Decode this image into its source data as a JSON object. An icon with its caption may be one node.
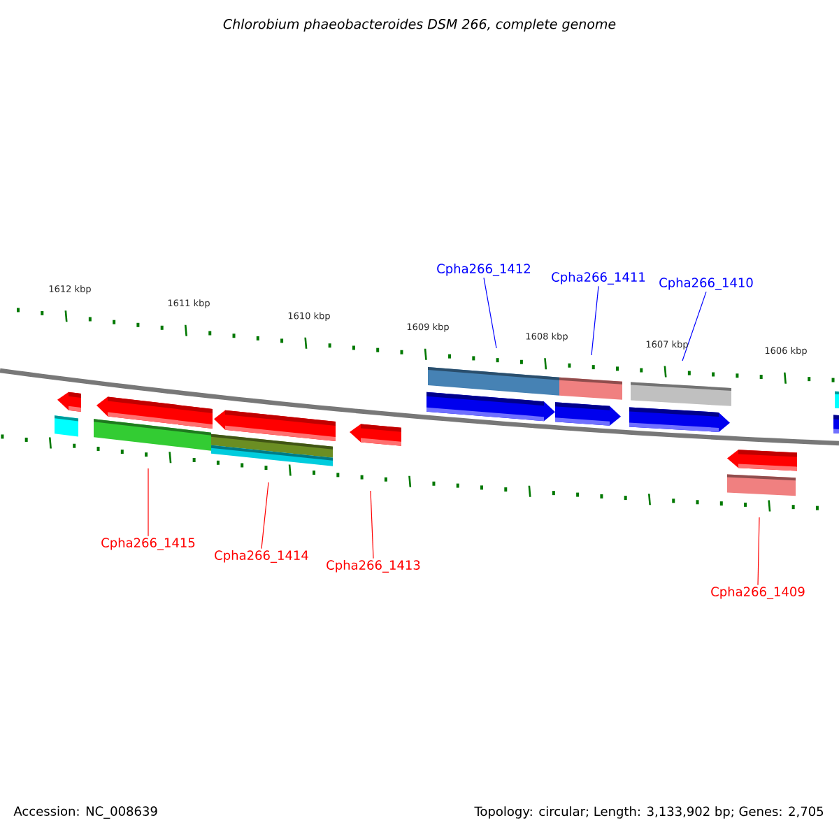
{
  "diagram": {
    "title": "Chlorobium phaeobacteroides DSM 266, complete genome",
    "nodes": [
      {
        "text": [
          "Cpha266_1412"
        ]
      },
      {
        "text": [
          "Cpha266_1411"
        ]
      },
      {
        "text": [
          "Cpha266_1410"
        ]
      },
      {
        "text": [
          "Cpha266_1415"
        ]
      },
      {
        "text": [
          "Cpha266_1414"
        ]
      },
      {
        "text": [
          "Cpha266_1413"
        ]
      },
      {
        "text": [
          "Cpha266_1409"
        ]
      },
      {
        "text": [],
        "shape": "arrow"
      },
      {
        "text": [],
        "shape": "arrow"
      },
      {
        "text": [],
        "shape": "arrow"
      },
      {
        "text": [],
        "shape": "arrow"
      },
      {
        "text": [],
        "shape": "arrow"
      },
      {
        "text": [],
        "shape": "arrow"
      },
      {
        "text": [],
        "shape": "arrow"
      },
      {
        "text": [],
        "shape": "arrow"
      },
      {
        "text": [],
        "shape": "arrow"
      }
    ],
    "edges": [
      {
        "from": 0,
        "to": 11,
        "arrow": "none",
        "color": "#0000ff"
      },
      {
        "from": 1,
        "to": 12,
        "arrow": "none",
        "color": "#0000ff"
      },
      {
        "from": 2,
        "to": 13,
        "arrow": "none",
        "color": "#0000ff"
      },
      {
        "from": 3,
        "to": 8,
        "arrow": "none"
      },
      {
        "from": 4,
        "to": 9,
        "arrow": "none"
      },
      {
        "from": 5,
        "to": 10,
        "arrow": "none"
      },
      {
        "from": 6,
        "to": 14,
        "arrow": "none"
      }
    ],
    "labels": [
      "1612 kbp",
      "1611 kbp",
      "1610 kbp",
      "1609 kbp",
      "1608 kbp",
      "1607 kbp",
      "1606 kbp",
      "Accession: NC_008639",
      "Topology: circular; Length: 3,133,902 bp; Genes: 2,705"
    ]
  }
}
